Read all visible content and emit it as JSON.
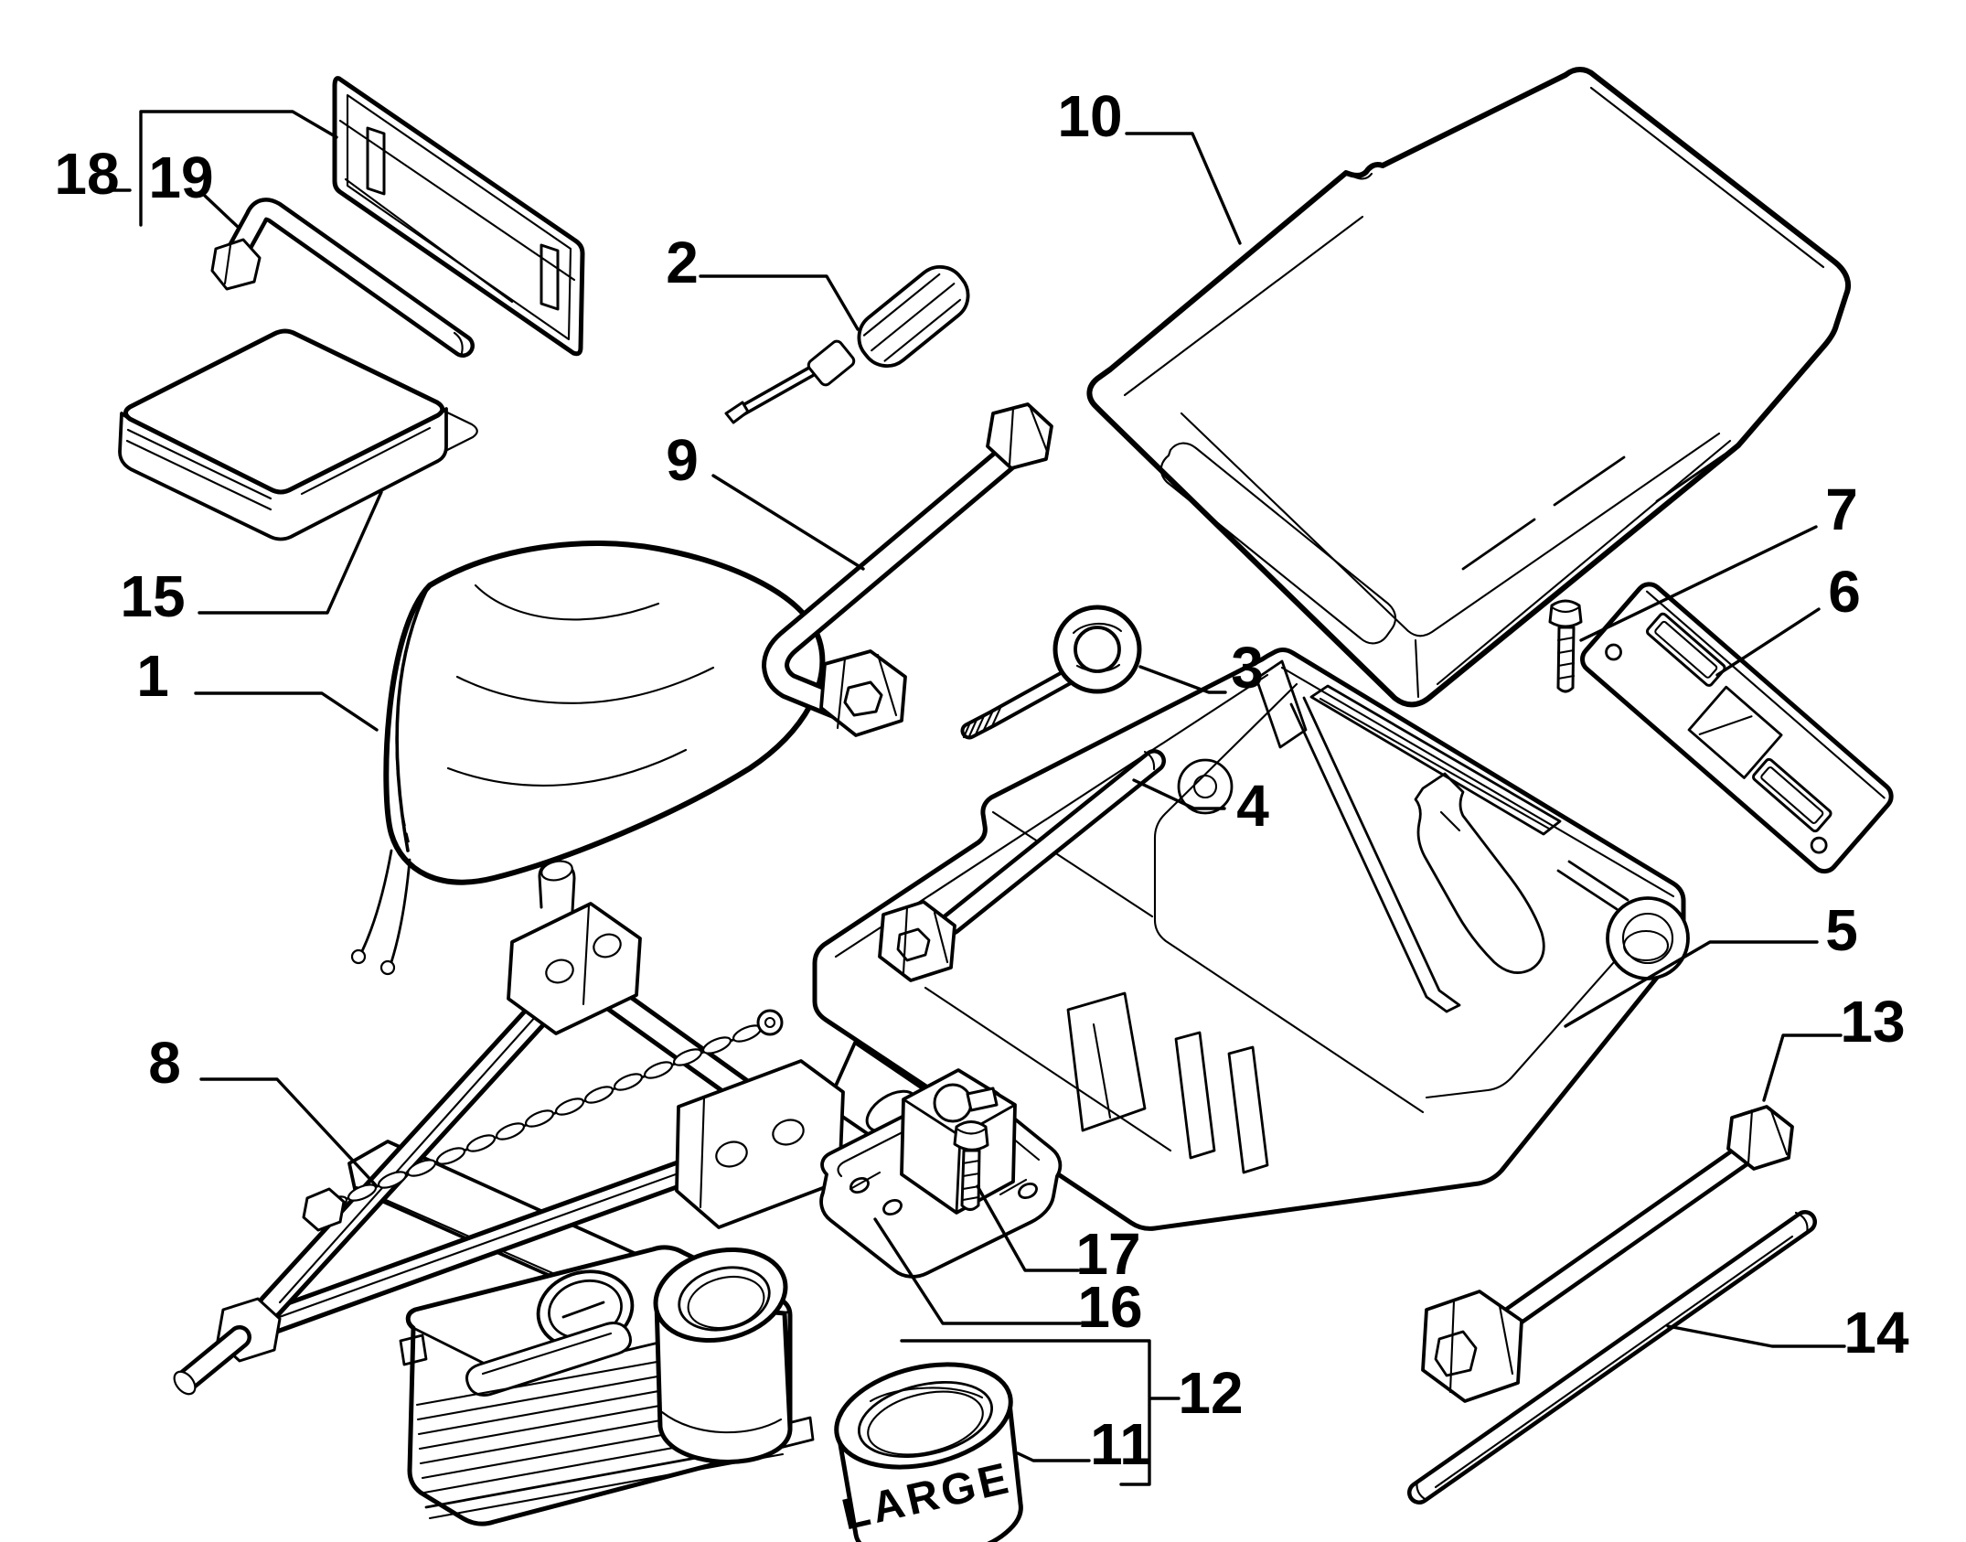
{
  "figure": {
    "colors": {
      "ink": "#000000",
      "paper": "#ffffff"
    },
    "canister_text": "LARGE",
    "callouts": {
      "c1": "1",
      "c2": "2",
      "c3": "3",
      "c4": "4",
      "c5": "5",
      "c6": "6",
      "c7": "7",
      "c8": "8",
      "c9": "9",
      "c10": "10",
      "c11": "11",
      "c12": "12",
      "c13": "13",
      "c14": "14",
      "c15": "15",
      "c16": "16",
      "c17": "17",
      "c18": "18",
      "c19": "19"
    }
  }
}
